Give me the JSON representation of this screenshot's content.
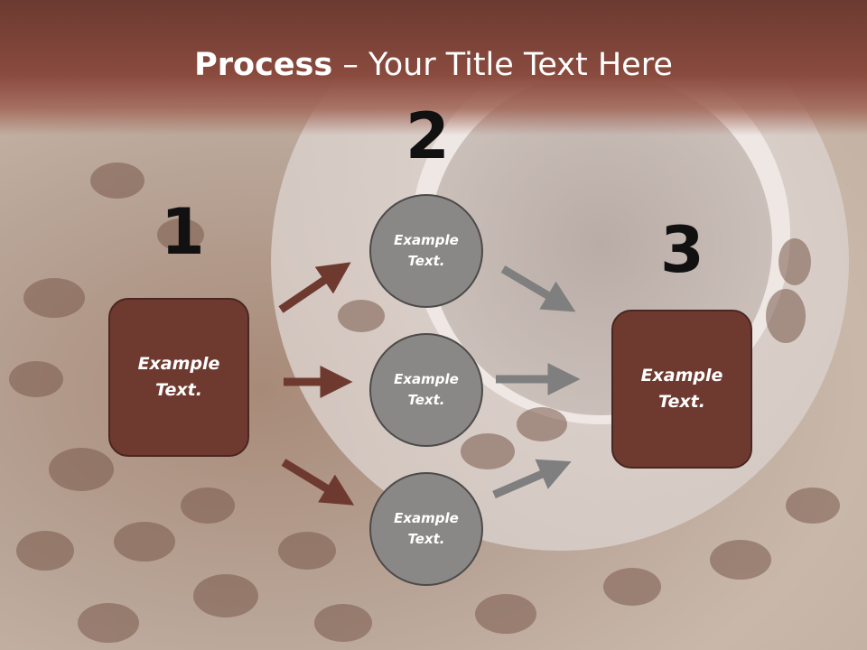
{
  "title": {
    "bold": "Process",
    "rest": " – Your Title Text Here"
  },
  "steps": [
    {
      "number": "1",
      "box_line1": "Example",
      "box_line2": "Text."
    },
    {
      "number": "2"
    },
    {
      "number": "3",
      "box_line1": "Example",
      "box_line2": "Text."
    }
  ],
  "circles": [
    {
      "line1": "Example",
      "line2": "Text."
    },
    {
      "line1": "Example",
      "line2": "Text."
    },
    {
      "line1": "Example",
      "line2": "Text."
    }
  ],
  "colors": {
    "box": "#6e3a30",
    "circle": "#8a8886",
    "arrow_left": "#6e3a30",
    "arrow_right": "#7f7f7f"
  }
}
